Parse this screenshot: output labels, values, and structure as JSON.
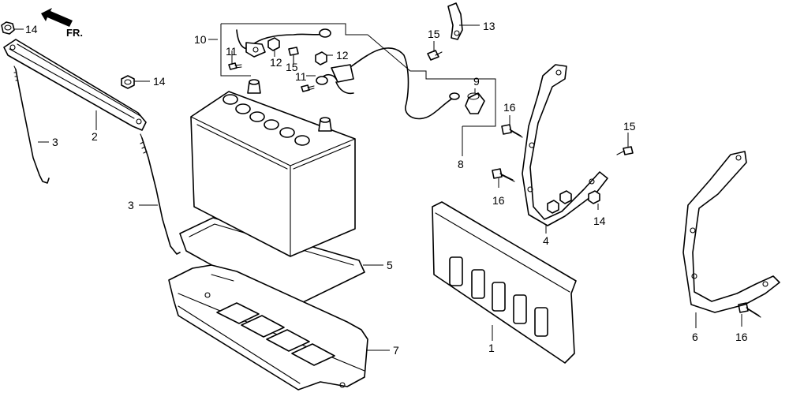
{
  "direction_label": "FR.",
  "callouts": {
    "c14a": "14",
    "c2": "2",
    "c3a": "3",
    "c14b": "14",
    "c3b": "3",
    "c10": "10",
    "c11a": "11",
    "c12a": "12",
    "c15a": "15",
    "c12b": "12",
    "c11b": "11",
    "c15b": "15",
    "c13": "13",
    "c9": "9",
    "c8": "8",
    "c16a": "16",
    "c16b": "16",
    "c15c": "15",
    "c14c": "14",
    "c4": "4",
    "c5": "5",
    "c7": "7",
    "c1": "1",
    "c6": "6",
    "c16c": "16"
  }
}
